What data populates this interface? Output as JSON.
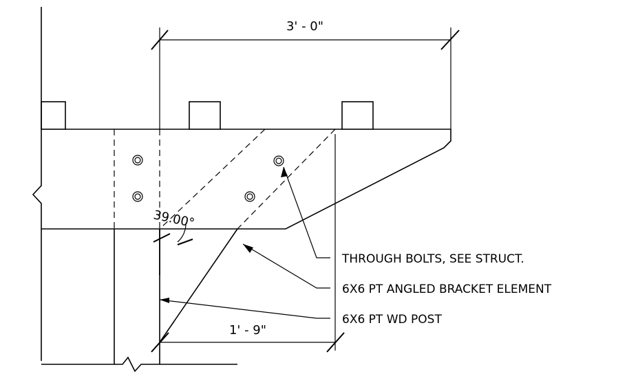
{
  "dimensions": {
    "top_width": "3' - 0\"",
    "bottom_width": "1' - 9\"",
    "angle": "39.00°"
  },
  "callouts": [
    {
      "label": "THROUGH BOLTS, SEE STRUCT."
    },
    {
      "label": "6X6 PT ANGLED BRACKET ELEMENT"
    },
    {
      "label": "6X6 PT WD POST"
    }
  ]
}
